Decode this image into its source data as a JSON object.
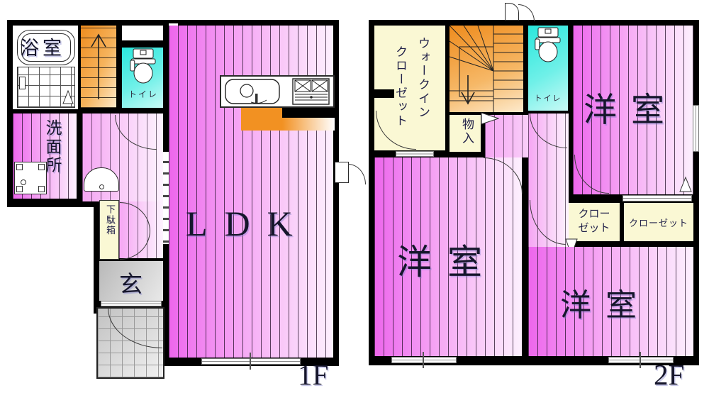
{
  "floor1": {
    "label": "1F",
    "rooms": {
      "bathroom": "浴室",
      "toilet": "トイレ",
      "washroom": "洗面所",
      "shoe_cabinet": "下駄箱",
      "entrance": "玄",
      "ldk": "LDK"
    }
  },
  "floor2": {
    "label": "2F",
    "rooms": {
      "walk_in_closet_col_right": "ウォークイン",
      "walk_in_closet_col_left": "クローゼット",
      "storage": "物入",
      "toilet": "トイレ",
      "bedroom_top_right": "洋室",
      "bedroom_bottom_left": "洋室",
      "bedroom_bottom_right": "洋室",
      "closet_left_line1": "クロー",
      "closet_left_line2": "ゼット",
      "closet_right": "クローゼット"
    }
  },
  "colors": {
    "wall": "#000000",
    "room_pink_dark": "#ee66ec",
    "room_pink_light": "#fdf0fe",
    "stairs_orange": "#ef8c1e",
    "toilet_cyan": "#2ae7dd",
    "closet_yellow": "#faf8d4",
    "entrance_gray": "#c7c7c7"
  }
}
